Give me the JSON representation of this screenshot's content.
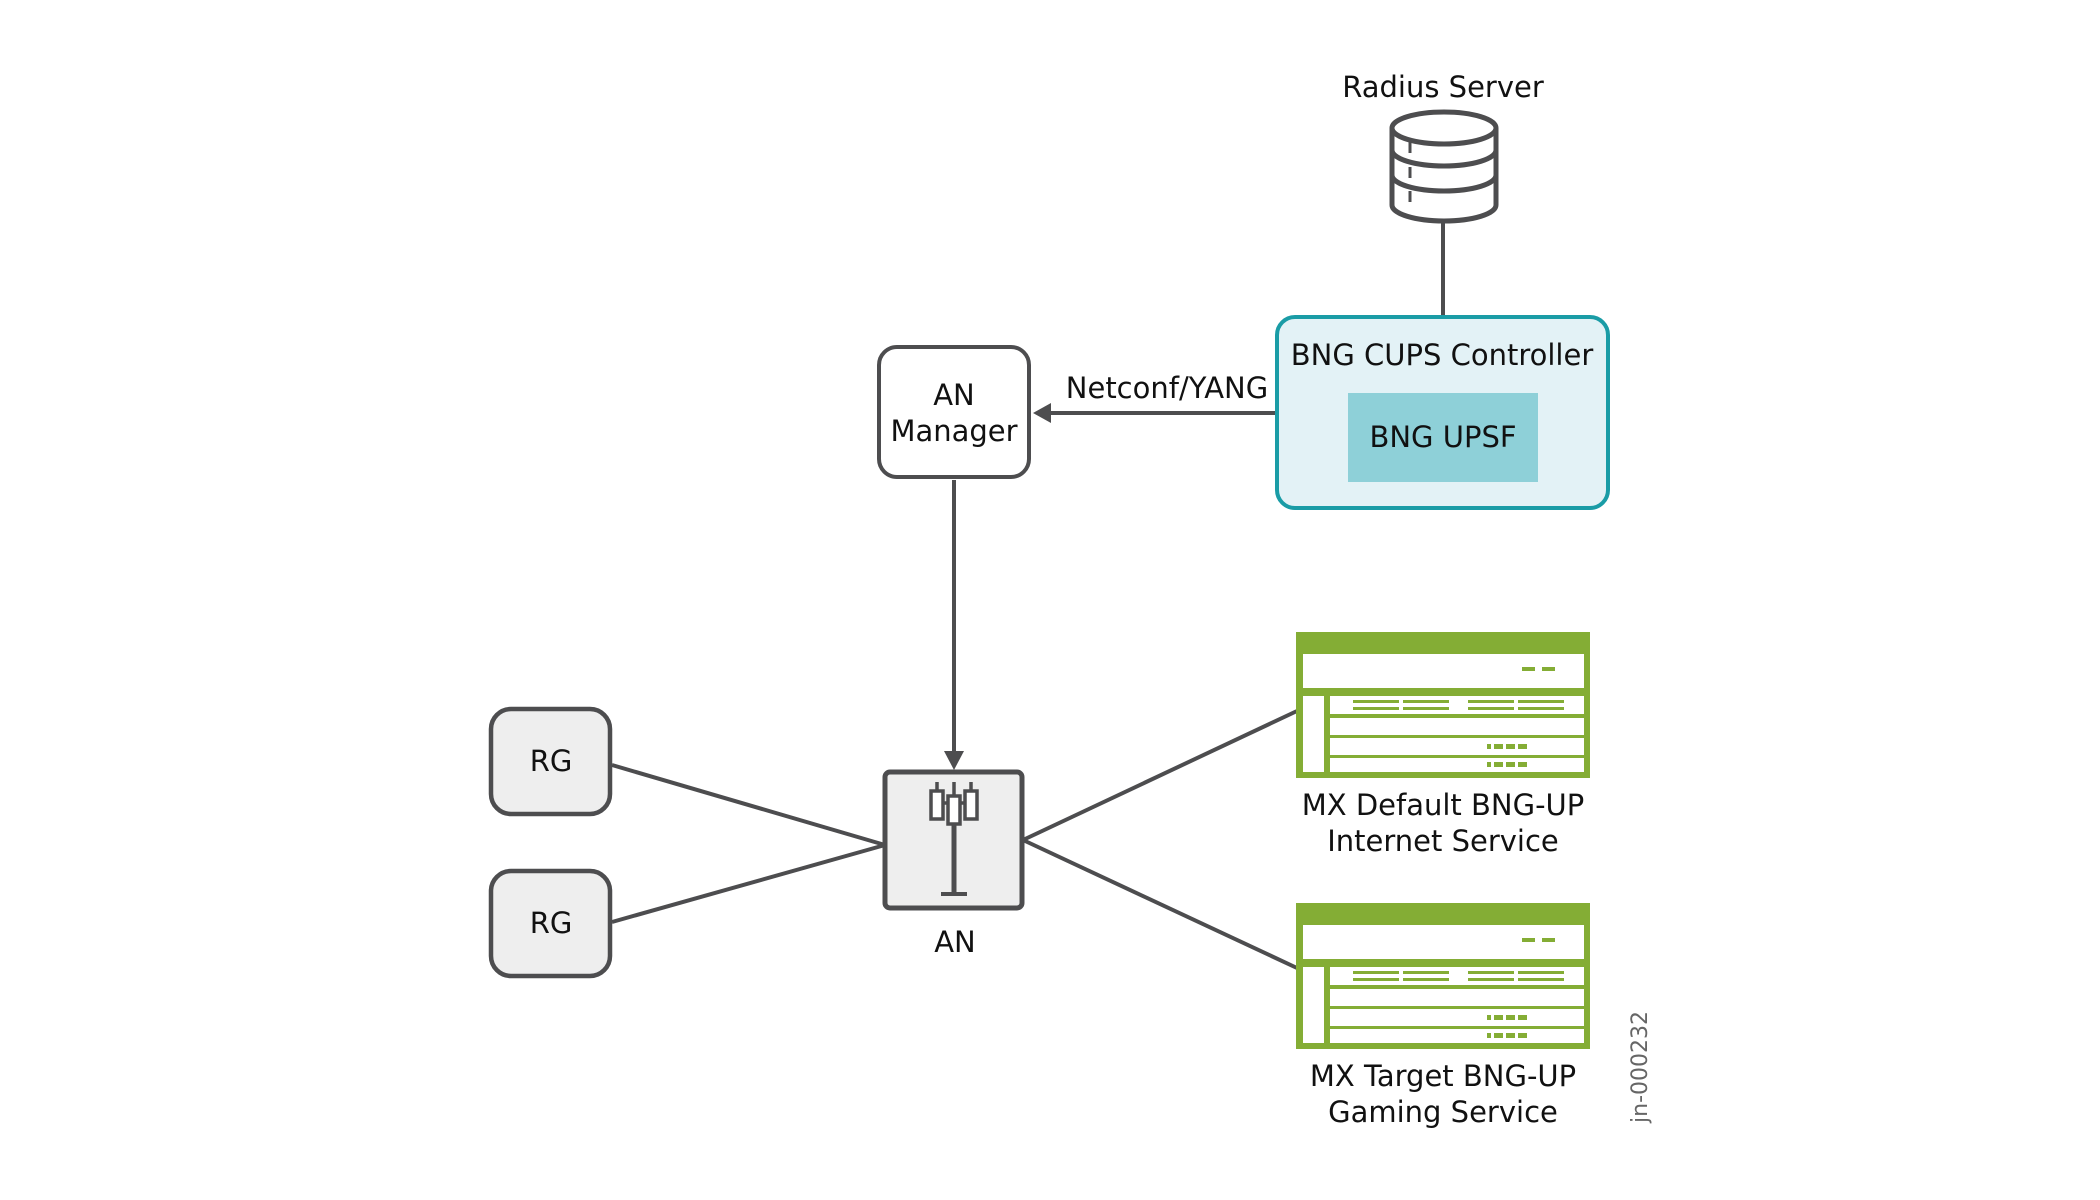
{
  "diagram": {
    "nodes": {
      "radius_server": {
        "label": "Radius Server",
        "icon": "database-icon"
      },
      "bng_controller": {
        "label": "BNG CUPS Controller",
        "inner_label": "BNG UPSF"
      },
      "an_manager": {
        "label_line1": "AN",
        "label_line2": "Manager"
      },
      "an": {
        "label": "AN",
        "icon": "cell-tower-icon"
      },
      "rg1": {
        "label": "RG"
      },
      "rg2": {
        "label": "RG"
      },
      "mx_default": {
        "label_line1": "MX Default BNG-UP",
        "label_line2": "Internet Service",
        "icon": "router-chassis-icon"
      },
      "mx_target": {
        "label_line1": "MX Target BNG-UP",
        "label_line2": "Gaming Service",
        "icon": "router-chassis-icon"
      }
    },
    "edges": [
      {
        "from": "radius_server",
        "to": "bng_controller",
        "label": ""
      },
      {
        "from": "bng_controller",
        "to": "an_manager",
        "label": "Netconf/YANG",
        "arrow": "to"
      },
      {
        "from": "an_manager",
        "to": "an",
        "label": "",
        "arrow": "to"
      },
      {
        "from": "rg1",
        "to": "an",
        "label": ""
      },
      {
        "from": "rg2",
        "to": "an",
        "label": ""
      },
      {
        "from": "an",
        "to": "mx_default",
        "label": ""
      },
      {
        "from": "an",
        "to": "mx_target",
        "label": ""
      }
    ],
    "figure_id": "jn-000232"
  },
  "colors": {
    "line": "#4d4d4f",
    "controller_border": "#1a9ca6",
    "controller_fill": "#e3f2f6",
    "upsf_fill": "#8ed0d8",
    "node_fill_gray": "#eeeeee",
    "router_green": "#84ad35"
  }
}
